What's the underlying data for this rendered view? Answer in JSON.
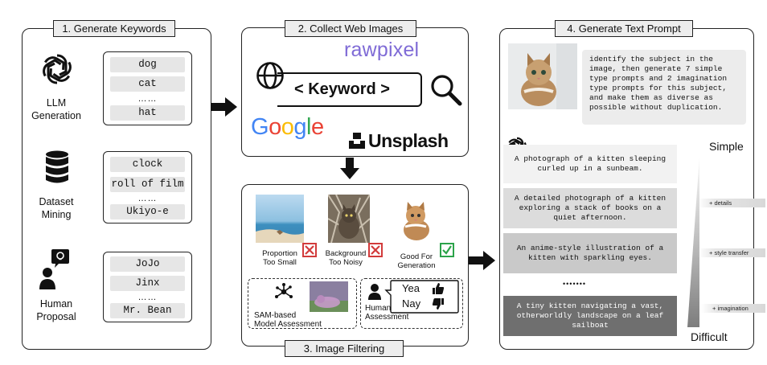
{
  "panel1": {
    "title": "1. Generate Keywords",
    "llm": {
      "label_line1": "LLM",
      "label_line2": "Generation",
      "keywords": [
        "dog",
        "cat",
        "hat"
      ],
      "dots": "……"
    },
    "dataset": {
      "label_line1": "Dataset",
      "label_line2": "Mining",
      "keywords": [
        "clock",
        "roll of film",
        "Ukiyo-e"
      ],
      "dots": "……"
    },
    "human": {
      "label_line1": "Human",
      "label_line2": "Proposal",
      "keywords": [
        "JoJo",
        "Jinx",
        "Mr. Bean"
      ],
      "dots": "……"
    }
  },
  "panel2": {
    "title": "2. Collect Web Images",
    "search_text": "< Keyword >",
    "rawpixel": "rawpixel",
    "google": [
      "G",
      "o",
      "o",
      "g",
      "l",
      "e"
    ],
    "unsplash": "Unsplash"
  },
  "panel3": {
    "title": "3. Image Filtering",
    "reject1_line1": "Proportion",
    "reject1_line2": "Too Small",
    "reject2_line1": "Background",
    "reject2_line2": "Too Noisy",
    "accept_line1": "Good For",
    "accept_line2": "Generation",
    "sam_line1": "SAM-based",
    "sam_line2": "Model Assessment",
    "human_line1": "Human",
    "human_line2": "Assessment",
    "yea": "Yea",
    "nay": "Nay"
  },
  "panel4": {
    "title": "4. Generate Text Prompt",
    "instruction": "identify the subject in the image, then generate 7 simple type prompts and 2 imagination type prompts for this subject, and make them as diverse as possible without duplication.",
    "prompts": [
      "A photograph of a kitten sleeping curled up in a sunbeam.",
      "A detailed photograph of a kitten exploring a stack of books on a quiet afternoon.",
      "An anime-style illustration of a kitten with sparkling eyes.",
      "A tiny kitten navigating a vast, otherworldly landscape on a leaf sailboat"
    ],
    "dots": "•••••••",
    "simple": "Simple",
    "difficult": "Difficult",
    "tags": [
      "+ details",
      "+ style transfer",
      "+ imagination"
    ]
  },
  "colors": {
    "google": [
      "#4285F4",
      "#EA4335",
      "#FBBC05",
      "#4285F4",
      "#34A853",
      "#EA4335"
    ],
    "reject": "#d23b3b",
    "accept": "#2ca34a"
  }
}
